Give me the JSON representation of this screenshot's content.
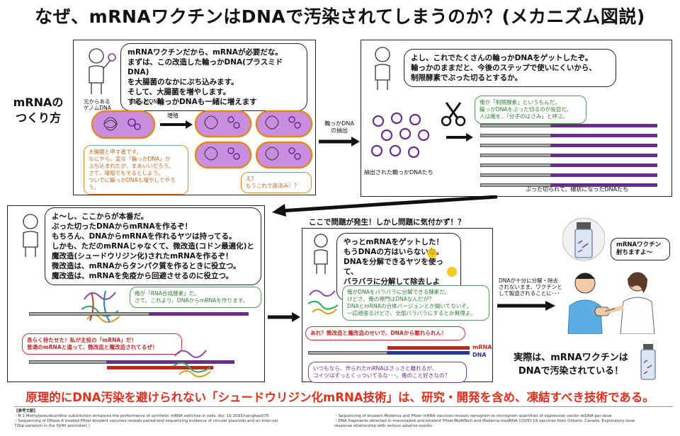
{
  "title": "なぜ、mRNAワクチンはDNAで汚染されてしまうのか？(メカニズム図説)",
  "side_label": [
    "mRNAの",
    "つくり方"
  ],
  "panel1": {
    "bubble": [
      "mRNAワクチンだから、mRNAが必要だな。",
      "まずは、この改造した輪っかDNA(プラスミドDNA)",
      "を大腸菌のなかにぶち込みます。",
      "そして、大腸菌を増やします。",
      "すると、輪っかDNAも一緒に増えます"
    ],
    "label_genome": [
      "元からある",
      "ゲノムDNA"
    ],
    "label_plasmid": "輪っかDNA",
    "label_grow": "増殖",
    "note_ecoli": [
      "大腸菌と申す者です。",
      "なにやら、変な「輪っかDNA」が",
      "ぶち込まれたが、まあいいだろう。",
      "さて、増殖でもするとしよう。",
      "ついでに輪っかDNAも増やしてやろう。"
    ],
    "note_done": [
      "え？",
      "もうこれで用済み！？"
    ]
  },
  "arrow_extract": [
    "輪っかDNA",
    "の抽出"
  ],
  "panel2": {
    "bubble": [
      "よし、これでたくさんの輪っかDNAをゲットしたぞ。",
      "輪っかのままだと、今後のステップで使いにくいから、",
      "制限酵素でぶった切るとするか。"
    ],
    "note_enzyme": [
      "俺が「制限酵素」というもんだ。",
      "輪っかDNAをぶった切るのが役目だ。",
      "人は俺を、「分子のはさみ」と呼ぶ。"
    ],
    "label_extracted": "抽出された輪っかDNAたち",
    "label_cut": "ぶった切られて、線状になったDNAたち"
  },
  "panel3": {
    "bubble": [
      "よ～し、ここからが本番だ。",
      "ぶった切ったDNAからmRNAを作るぞ！",
      "もちろん、DNAからmRNAを作れるヤツは持ってる。",
      "しかも、ただのmRNAじゃなくて、微改造(コドン最適化)と",
      "魔改造(シュードウリジン化)されたmRNAを作るぞ！",
      "微改造は、mRNAからタンパク質を作るときに役立つ。",
      "魔改造は、mRNAを免疫から回避させるのに役立つ。"
    ],
    "note_polymerase": [
      "俺が「RNA合成酵素」だ。",
      "さて、これより、DNAからmRNAを作ります。"
    ],
    "note_mrna": [
      "長らく待たせた！私が主役の「mRNA」だ！",
      "普通のmRNAと違って、微改造と魔改造されてるぜ！"
    ]
  },
  "panel4_header": "ここで問題が発生！しかし問題に気付かず！？",
  "panel4": {
    "bubble": [
      "やっとmRNAをゲットした！",
      "もうDNAの方はいらないな。",
      "DNAを分解できるヤツを使って、",
      "バラバラに分解して除去しよう。"
    ],
    "note_dnase": [
      "俺がDNAをバラバラに分解できる酵素だ。",
      "けどさ、俺の専門はDNAなんだが？",
      "DNAとmRNAの合体バージョンとか聞いてないぞ。",
      "一応頑張るけどさ、全部バラバラにするとか無理よ。"
    ],
    "note_stuck": "あれ？微改造と魔改造のせいで、DNAから離れられん！",
    "label_mrna": "mRNA",
    "label_dna": "DNA",
    "note_together": [
      "いつもなら、作られたmRNAはさっさと離れるが、",
      "コイツはずっとくっついてるな･･･。俺のこと好きなの？"
    ]
  },
  "panel5": {
    "vaccine_bubble": [
      "mRNAワクチン",
      "射ちますよ～"
    ],
    "arrow_caption": [
      "DNAが十分に分解・除去",
      "されないまま、ワクチンと",
      "して製造されることに･･･"
    ],
    "conclusion": [
      "実際は、mRNAワクチンは",
      "DNAで汚染されている！"
    ]
  },
  "banner": "原理的にDNA汚染を避けられない「シュードウリジン化mRNA技術」は、研究・開発を含め、凍結すべき技術である。",
  "refs": {
    "heading": "【参考文献】",
    "left": [
      "・N 1-Methylpseudouridine substitution enhances the performance of synthetic mRNA switches in cells, doi: 10.1093/nar/gkaa070",
      "・Sequencing of DNase A treated Pfizer bivalent vaccines reveals paired-end sequencing evidence of circular plasmids and an inter-val",
      "72bp variation in the SV40 promoter(.)"
    ],
    "right": [
      "・Sequencing of bivalent Moderna and Pfizer mRNA vaccines reveals nanogram to microgram quantities of expression vector dsDNA per dose",
      "・DNA fragments detected in monovalent and bivalent Pfizer/BioNTech and Moderna modRNA COVID-19 vaccines from Ontario, Canada: Exploratory dose",
      "response relationship with serious adverse events."
    ]
  },
  "colors": {
    "title": "#111111",
    "banner": "#e0301e",
    "purple": "#6a2c91",
    "red": "#d0201e",
    "blue": "#2b3a8f"
  }
}
